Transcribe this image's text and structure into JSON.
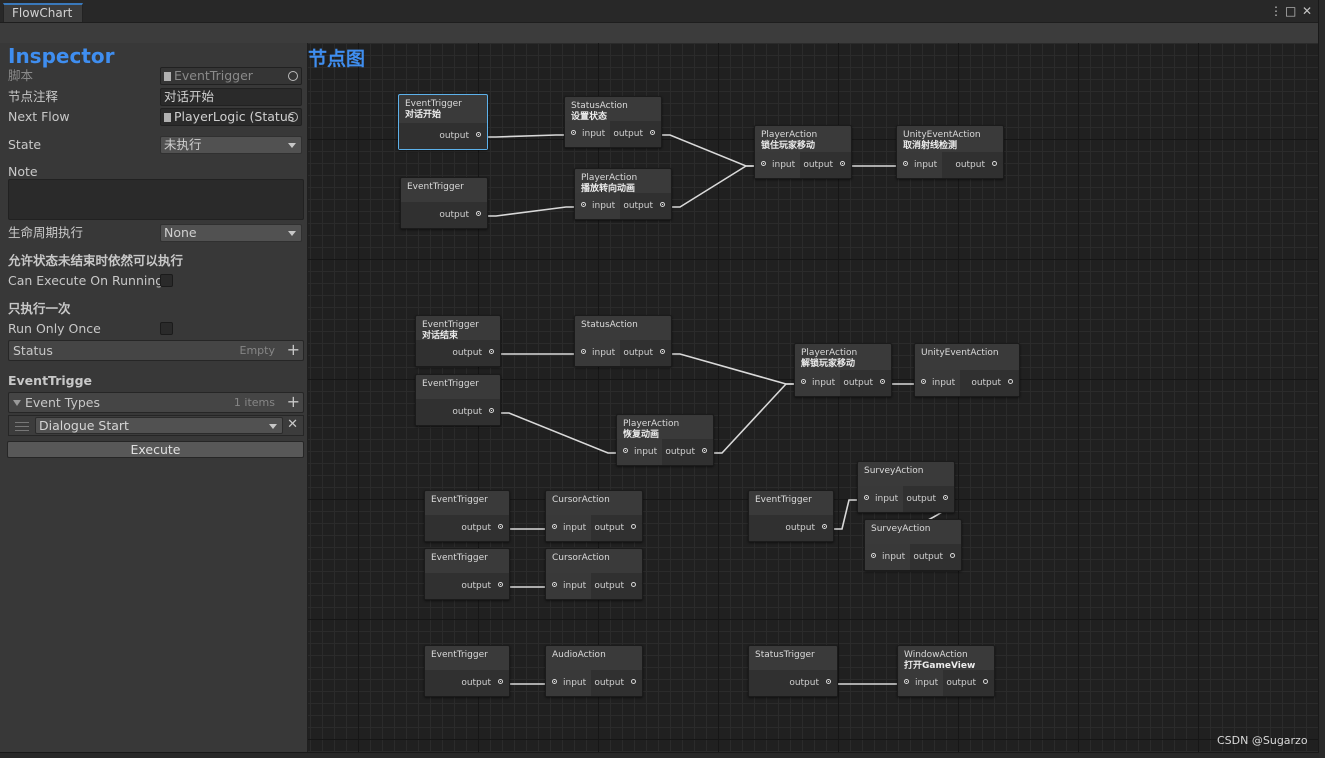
{
  "window": {
    "tab_title": "FlowChart",
    "menu_glyph": "⋮",
    "max_glyph": "□",
    "close_glyph": "✕"
  },
  "inspector": {
    "title": "Inspector",
    "script_label": "脚本",
    "script_value": "EventTrigger",
    "node_comment_label": "节点注释",
    "node_comment_value": "对话开始",
    "next_flow_label": "Next Flow",
    "next_flow_value": "PlayerLogic (Status",
    "state_label": "State",
    "state_value": "未执行",
    "note_label": "Note",
    "lifecycle_label": "生命周期执行",
    "lifecycle_value": "None",
    "allow_heading": "允许状态未结束时依然可以执行",
    "can_execute_label": "Can Execute On Running",
    "once_heading": "只执行一次",
    "run_once_label": "Run Only Once",
    "status_label": "Status",
    "status_value": "Empty",
    "event_heading": "EventTrigge",
    "event_types_label": "Event Types",
    "event_types_count": "1 items",
    "event_type_0": "Dialogue Start",
    "execute_label": "Execute"
  },
  "graph": {
    "title": "节点图",
    "nodes": [
      {
        "id": "n1",
        "title": "EventTrigger",
        "sub": "对话开始",
        "output": "output",
        "selected": true
      },
      {
        "id": "n2",
        "title": "StatusAction",
        "sub": "设置状态",
        "input": "input",
        "output": "output"
      },
      {
        "id": "n3",
        "title": "EventTrigger",
        "output": "output"
      },
      {
        "id": "n4",
        "title": "PlayerAction",
        "sub": "播放转向动画",
        "input": "input",
        "output": "output"
      },
      {
        "id": "n5",
        "title": "PlayerAction",
        "sub": "锁住玩家移动",
        "input": "input",
        "output": "output"
      },
      {
        "id": "n6",
        "title": "UnityEventAction",
        "sub": "取消射线检测",
        "input": "input",
        "output": "output"
      },
      {
        "id": "n7",
        "title": "EventTrigger",
        "sub": "对话结束",
        "output": "output"
      },
      {
        "id": "n8",
        "title": "StatusAction",
        "input": "input",
        "output": "output"
      },
      {
        "id": "n9",
        "title": "EventTrigger",
        "output": "output"
      },
      {
        "id": "n10",
        "title": "PlayerAction",
        "sub": "恢复动画",
        "input": "input",
        "output": "output"
      },
      {
        "id": "n11",
        "title": "PlayerAction",
        "sub": "解锁玩家移动",
        "input": "input",
        "output": "output"
      },
      {
        "id": "n12",
        "title": "UnityEventAction",
        "input": "input",
        "output": "output"
      },
      {
        "id": "n13",
        "title": "EventTrigger",
        "output": "output"
      },
      {
        "id": "n14",
        "title": "CursorAction",
        "input": "input",
        "output": "output"
      },
      {
        "id": "n15",
        "title": "EventTrigger",
        "output": "output"
      },
      {
        "id": "n16",
        "title": "CursorAction",
        "input": "input",
        "output": "output"
      },
      {
        "id": "n17",
        "title": "EventTrigger",
        "output": "output"
      },
      {
        "id": "n18",
        "title": "SurveyAction",
        "input": "input",
        "output": "output"
      },
      {
        "id": "n19",
        "title": "SurveyAction",
        "input": "input",
        "output": "output"
      },
      {
        "id": "n20",
        "title": "EventTrigger",
        "output": "output"
      },
      {
        "id": "n21",
        "title": "AudioAction",
        "input": "input",
        "output": "output"
      },
      {
        "id": "n22",
        "title": "StatusTrigger",
        "output": "output"
      },
      {
        "id": "n23",
        "title": "WindowAction",
        "sub": "打开GameView",
        "input": "input",
        "output": "output"
      }
    ]
  },
  "watermark": "CSDN @Sugarzo"
}
